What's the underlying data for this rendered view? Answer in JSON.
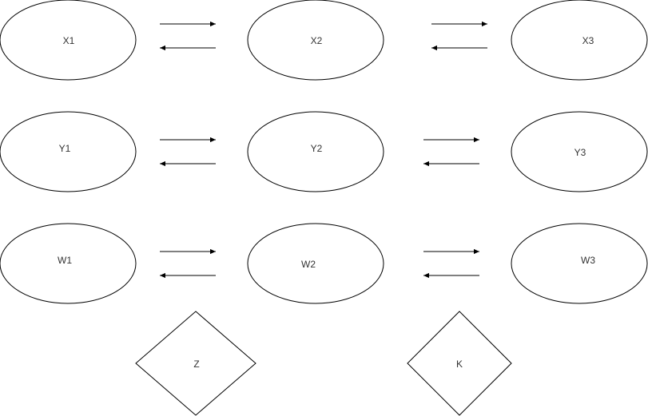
{
  "nodes": {
    "x1": {
      "label": "X1"
    },
    "x2": {
      "label": "X2"
    },
    "x3": {
      "label": "X3"
    },
    "y1": {
      "label": "Y1"
    },
    "y2": {
      "label": "Y2"
    },
    "y3": {
      "label": "Y3"
    },
    "w1": {
      "label": "W1"
    },
    "w2": {
      "label": "W2"
    },
    "w3": {
      "label": "W3"
    },
    "z": {
      "label": "Z"
    },
    "k": {
      "label": "K"
    }
  },
  "colors": {
    "stroke": "#000000",
    "fill": "#ffffff",
    "text": "#333333"
  }
}
